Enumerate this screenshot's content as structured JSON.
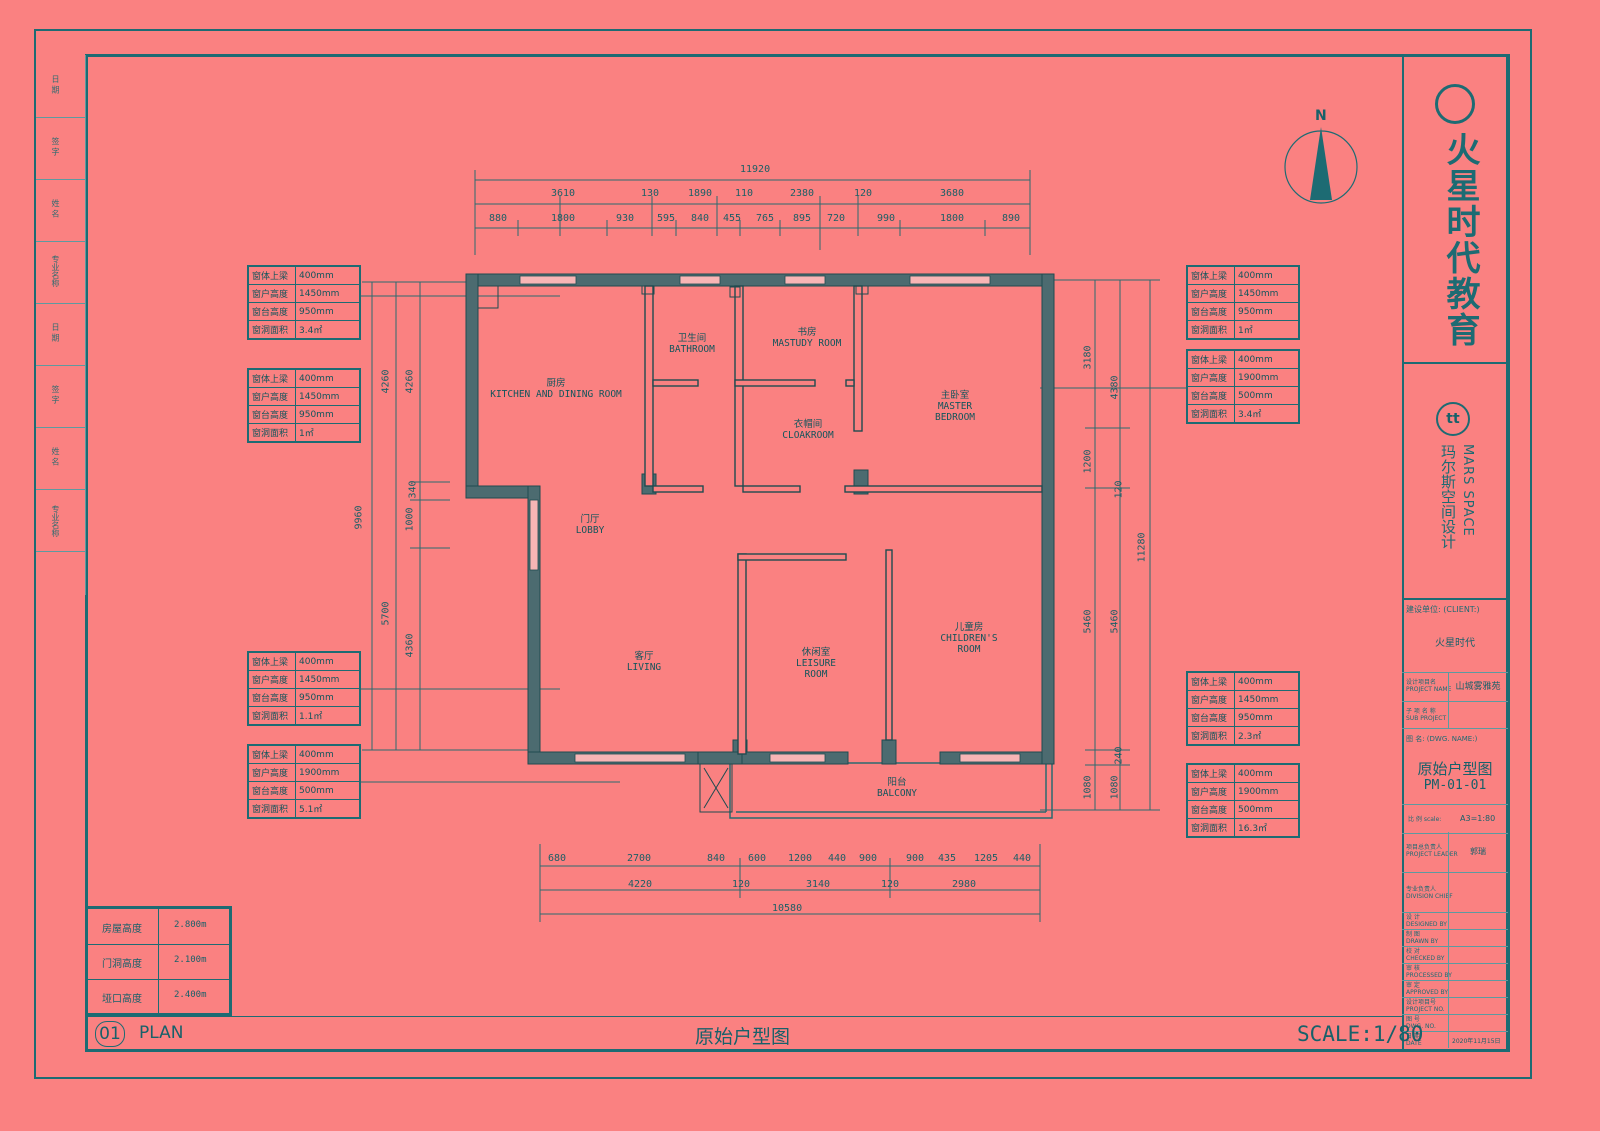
{
  "colors": {
    "background": "#fa8181",
    "line": "#1d6b73",
    "wall": "#4c6b70"
  },
  "company": {
    "logo_name": "火星时代教育",
    "sub_name_cn": "玛尔斯空间设计",
    "sub_name_en": "MARS SPACE",
    "sub_logo": "tt"
  },
  "north": {
    "label": "N"
  },
  "title_block": {
    "client_label": "建设单位: (CLIENT:)",
    "client_value": "火星时代",
    "project_label_cn": "设计项目名",
    "project_label_en": "PROJECT NAME",
    "project_value": "山城雾雅苑",
    "sub_project_cn": "子 项 名 称",
    "sub_project_en": "SUB PROJECT",
    "drawing_name_label": "图   名: (DWG. NAME:)",
    "drawing_title": "原始户型图",
    "drawing_no": "PM-01-01",
    "scale_label": "比 例 scale:",
    "scale_value": "A3=1:80",
    "leader_cn": "项目总负责人",
    "leader_en": "PROJECT LEADER",
    "leader_value": "郭瑞",
    "division_cn": "专业负责人",
    "division_en": "DIVISION CHIEF",
    "rows": [
      {
        "cn": "设    计",
        "en": "DESIGNED BY"
      },
      {
        "cn": "制    图",
        "en": "DRAWN BY"
      },
      {
        "cn": "校    对",
        "en": "CHECKED BY"
      },
      {
        "cn": "审    核",
        "en": "PROCESSED BY"
      },
      {
        "cn": "审    定",
        "en": "APPROVED BY"
      },
      {
        "cn": "设计项目号",
        "en": "PROJECT NO."
      },
      {
        "cn": "图    号",
        "en": "DWG.   NO."
      },
      {
        "cn": "日    期",
        "en": "DATE"
      }
    ],
    "date_value": "2020年11月15日"
  },
  "left_strip": [
    "日 期",
    "签 字",
    "姓 名",
    "专业名称",
    "日 期",
    "签 字",
    "姓 名",
    "专业名称"
  ],
  "window_specs_left": [
    [
      [
        "窗体上梁",
        "400mm"
      ],
      [
        "窗户高度",
        "1450mm"
      ],
      [
        "窗台高度",
        "950mm"
      ],
      [
        "窗洞面积",
        "3.4㎡"
      ]
    ],
    [
      [
        "窗体上梁",
        "400mm"
      ],
      [
        "窗户高度",
        "1450mm"
      ],
      [
        "窗台高度",
        "950mm"
      ],
      [
        "窗洞面积",
        "1㎡"
      ]
    ],
    [
      [
        "窗体上梁",
        "400mm"
      ],
      [
        "窗户高度",
        "1450mm"
      ],
      [
        "窗台高度",
        "950mm"
      ],
      [
        "窗洞面积",
        "1.1㎡"
      ]
    ],
    [
      [
        "窗体上梁",
        "400mm"
      ],
      [
        "窗户高度",
        "1900mm"
      ],
      [
        "窗台高度",
        "500mm"
      ],
      [
        "窗洞面积",
        "5.1㎡"
      ]
    ]
  ],
  "window_specs_right": [
    [
      [
        "窗体上梁",
        "400mm"
      ],
      [
        "窗户高度",
        "1450mm"
      ],
      [
        "窗台高度",
        "950mm"
      ],
      [
        "窗洞面积",
        "1㎡"
      ]
    ],
    [
      [
        "窗体上梁",
        "400mm"
      ],
      [
        "窗户高度",
        "1900mm"
      ],
      [
        "窗台高度",
        "500mm"
      ],
      [
        "窗洞面积",
        "3.4㎡"
      ]
    ],
    [
      [
        "窗体上梁",
        "400mm"
      ],
      [
        "窗户高度",
        "1450mm"
      ],
      [
        "窗台高度",
        "950mm"
      ],
      [
        "窗洞面积",
        "2.3㎡"
      ]
    ],
    [
      [
        "窗体上梁",
        "400mm"
      ],
      [
        "窗户高度",
        "1900mm"
      ],
      [
        "窗台高度",
        "500mm"
      ],
      [
        "窗洞面积",
        "16.3㎡"
      ]
    ]
  ],
  "dims_top_total": "11920",
  "dims_top_row1": [
    "3610",
    "130",
    "1890",
    "110",
    "2380",
    "120",
    "3680"
  ],
  "dims_top_row2": [
    "880",
    "1800",
    "930",
    "595",
    "840",
    "455",
    "765",
    "895",
    "720",
    "990",
    "1800",
    "890"
  ],
  "dims_bottom_row1": [
    "680",
    "2700",
    "840",
    "600",
    "1200",
    "440",
    "900",
    "900",
    "435",
    "1205",
    "440"
  ],
  "dims_bottom_row2": [
    "4220",
    "120",
    "3140",
    "120",
    "2980"
  ],
  "dims_bottom_total": "10580",
  "dims_left": [
    "4260",
    "4260",
    "340",
    "1000",
    "5700",
    "4360",
    "9960"
  ],
  "dims_right": [
    "3180",
    "4380",
    "1200",
    "120",
    "11280",
    "5460",
    "5460",
    "240",
    "1080",
    "1080"
  ],
  "rooms": [
    {
      "cn": "厨房",
      "en": "KITCHEN AND DINING ROOM"
    },
    {
      "cn": "卫生间",
      "en": "BATHROOM"
    },
    {
      "cn": "书房",
      "en": "MASTUDY ROOM"
    },
    {
      "cn": "主卧室",
      "en": "MASTER BEDROOM"
    },
    {
      "cn": "衣帽间",
      "en": "CLOAKROOM"
    },
    {
      "cn": "门厅",
      "en": "LOBBY"
    },
    {
      "cn": "客厅",
      "en": "LIVING"
    },
    {
      "cn": "休闲室",
      "en": "LEISURE ROOM"
    },
    {
      "cn": "儿童房",
      "en": "CHILDREN'S ROOM"
    },
    {
      "cn": "阳台",
      "en": "BALCONY"
    }
  ],
  "general_table": [
    [
      "房屋高度",
      "2.800m"
    ],
    [
      "门洞高度",
      "2.100m"
    ],
    [
      "垭口高度",
      "2.400m"
    ]
  ],
  "footer": {
    "num": "01",
    "plan": "PLAN",
    "title": "原始户型图",
    "scale": "SCALE:1/80"
  }
}
